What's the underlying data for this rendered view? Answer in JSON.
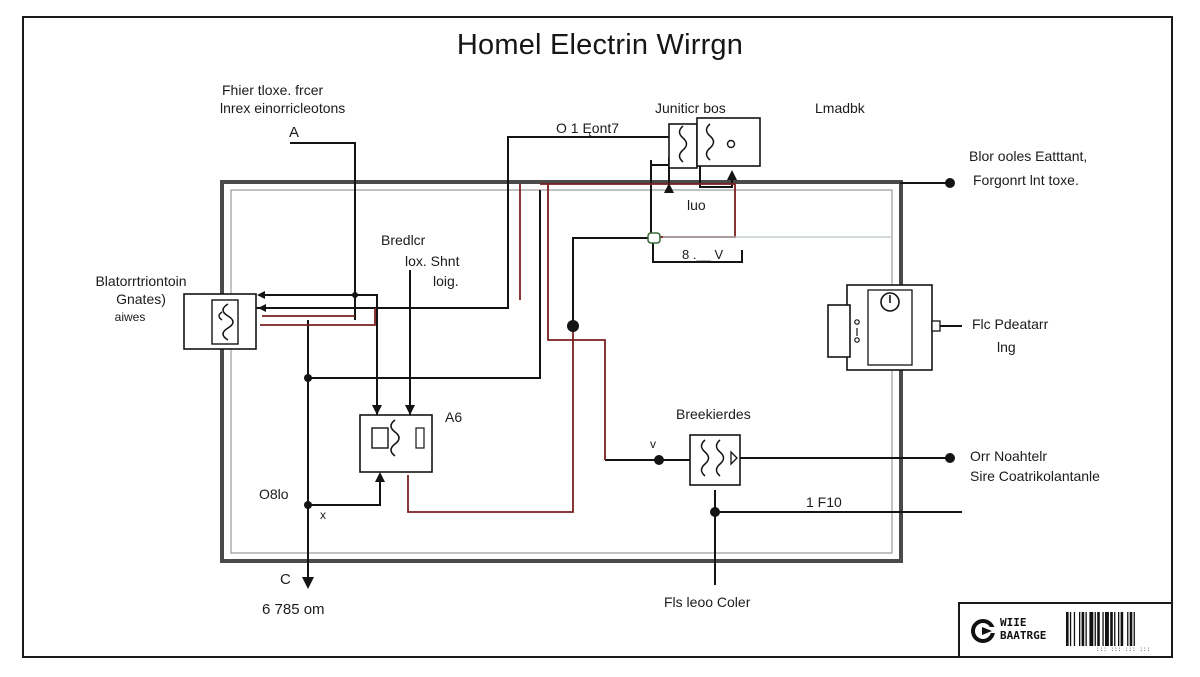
{
  "title": "Homel Electrin Wirrgn",
  "labels": {
    "fiber_line1": "Fhier tloxe. frcer",
    "fiber_line2": "lnrex einorricleotons",
    "fiber_a": "A",
    "junction_box": "Juniticr bos",
    "lmadbk": "Lmadbk",
    "o_lepart": "O 1 Ęont7",
    "luo": "luo",
    "b_v": "8 .__ V",
    "top_right_line1": "Blor ooles Eatttant,",
    "top_right_line2": "Forgonrt lnt toxe.",
    "breaker_line1": "Bredlcr",
    "breaker_line2": "lox. Shnt",
    "breaker_line3": "loig.",
    "left_box_line1": "Blatorrtriontoin",
    "left_box_line2": "Gnates)",
    "left_box_line3": "aiwes",
    "a6": "A6",
    "o8lo": "O8lo",
    "x_mark": "x",
    "c_label": "C",
    "bottom_left": "6 785 om",
    "breakerdes": "Breekierdes",
    "v_mark": "v",
    "right_mid_line1": "Flc Pdeatarr",
    "right_mid_line2": "lng",
    "right_low_line1": "Orr  Noahtelr",
    "right_low_line2": "Sire  Coatrikolantanle",
    "one_f10": "1 F10",
    "bottom_center": "Fls leoo Coler",
    "badge_line1": "WIIE",
    "badge_line2": "BAATRGE",
    "badge_code": "::: ::: ::: :::"
  },
  "colors": {
    "wire": "#141414",
    "live": "#7a1f1f",
    "panel_border": "#4a4a4a",
    "panel_inner": "#9a9a9a",
    "neutral_green": "#3a6b3a",
    "faint": "#b8c8c8"
  },
  "icons": {
    "logo": "circle-arrow-logo",
    "barcode": "barcode-icon"
  }
}
